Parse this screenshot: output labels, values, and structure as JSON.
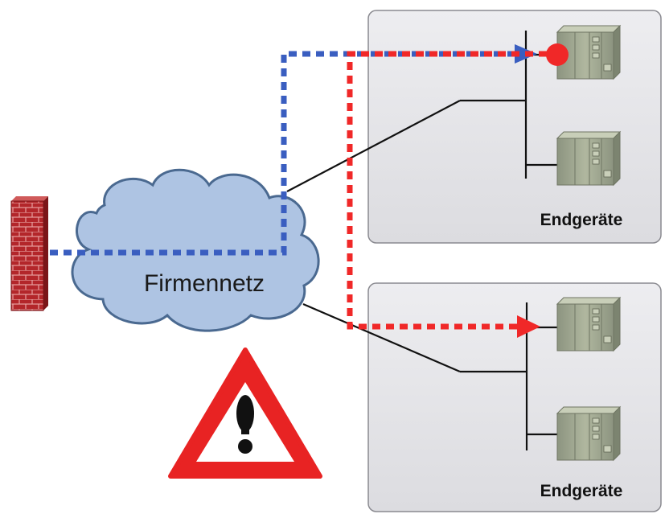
{
  "cloud": {
    "label": "Firmennetz"
  },
  "zones": [
    {
      "label": "Endgeräte"
    },
    {
      "label": "Endgeräte"
    }
  ],
  "icons": {
    "firewall": "firewall-icon",
    "cloud": "network-cloud-icon",
    "device": "plc-device-icon",
    "warning": "warning-triangle-icon"
  },
  "colors": {
    "zone_fill": "#e6e6ea",
    "zone_stroke": "#8a8a90",
    "cloud_fill": "#aec4e3",
    "cloud_stroke": "#4a6990",
    "blue_path": "#3a5ec0",
    "red_path": "#f02828",
    "firewall": "#b3262a",
    "warning_red": "#e82323",
    "device_green": "#a6ad94"
  }
}
